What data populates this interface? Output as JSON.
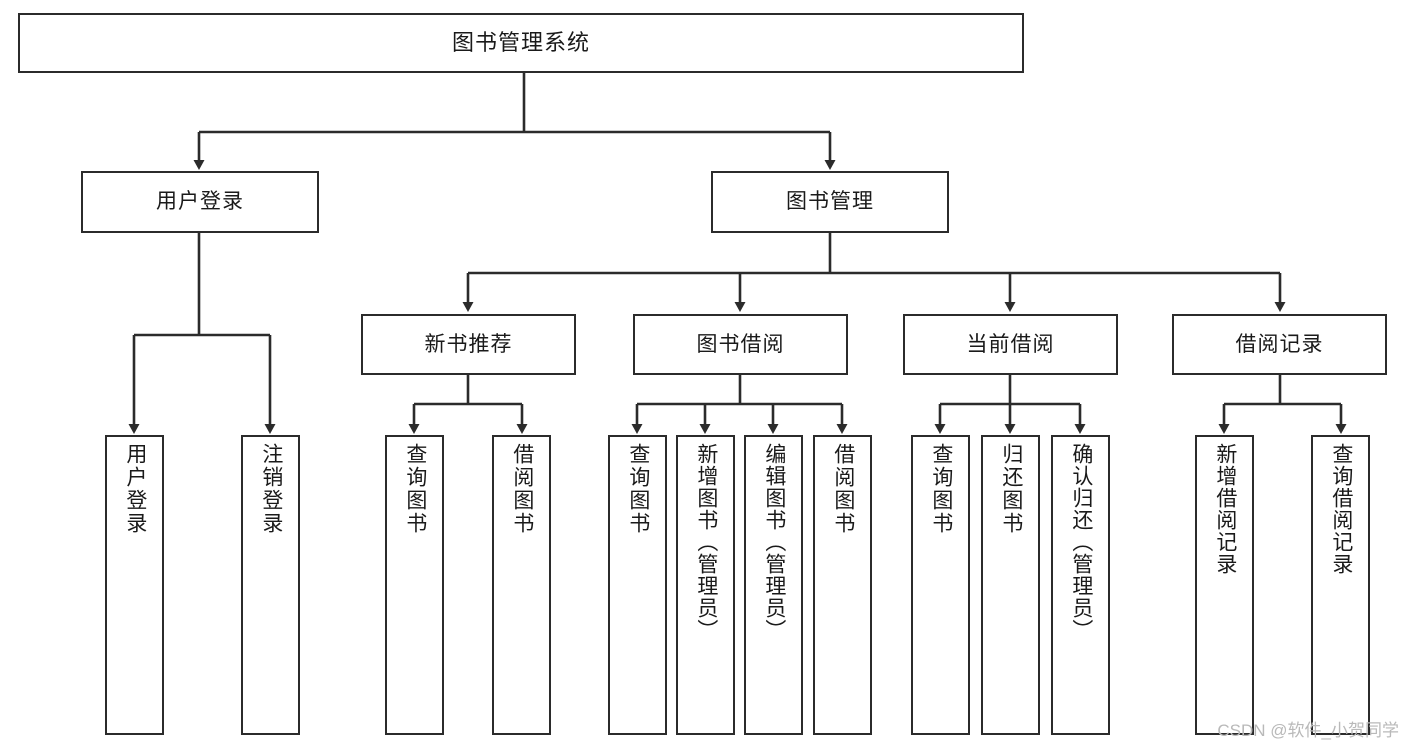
{
  "diagram": {
    "type": "tree",
    "title": "图书管理系统",
    "orientation": "top-down",
    "colors": {
      "box_border": "#2b2b2b",
      "box_fill": "#ffffff",
      "edge": "#2b2b2b",
      "text": "#1a1a1a",
      "watermark": "#b9b9b9",
      "background": "#ffffff"
    }
  },
  "root": {
    "label": "图书管理系统"
  },
  "level1": [
    {
      "label": "用户登录"
    },
    {
      "label": "图书管理"
    }
  ],
  "level2": [
    {
      "label": "新书推荐"
    },
    {
      "label": "图书借阅"
    },
    {
      "label": "当前借阅"
    },
    {
      "label": "借阅记录"
    }
  ],
  "leaves": {
    "user_login": [
      {
        "label": "用户登录"
      },
      {
        "label": "注销登录"
      }
    ],
    "new_book_recommend": [
      {
        "label": "查询图书"
      },
      {
        "label": "借阅图书"
      }
    ],
    "book_borrow": [
      {
        "label": "查询图书"
      },
      {
        "label": "新增图书（管理员）"
      },
      {
        "label": "编辑图书（管理员）"
      },
      {
        "label": "借阅图书"
      }
    ],
    "current_borrow": [
      {
        "label": "查询图书"
      },
      {
        "label": "归还图书"
      },
      {
        "label": "确认归还（管理员）"
      }
    ],
    "borrow_record": [
      {
        "label": "新增借阅记录"
      },
      {
        "label": "查询借阅记录"
      }
    ]
  },
  "watermark": {
    "text": "CSDN @软件_小贺同学"
  }
}
